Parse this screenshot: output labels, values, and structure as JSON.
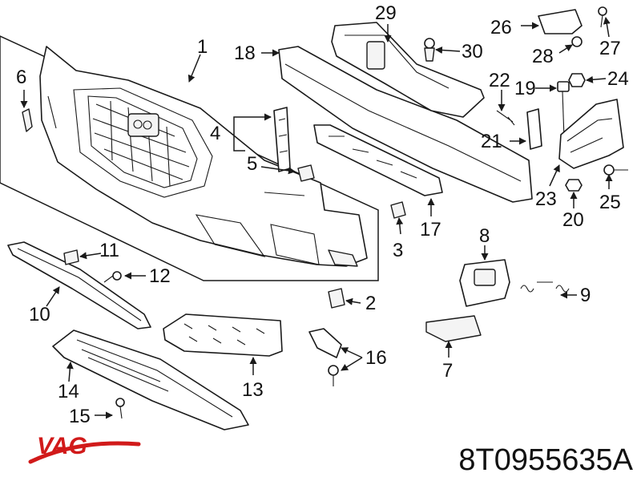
{
  "diagram": {
    "callouts": [
      "1",
      "2",
      "3",
      "4",
      "5",
      "6",
      "7",
      "8",
      "9",
      "10",
      "11",
      "12",
      "13",
      "14",
      "15",
      "16",
      "17",
      "18",
      "19",
      "20",
      "21",
      "22",
      "23",
      "24",
      "25",
      "26",
      "27",
      "28",
      "29",
      "30"
    ],
    "arrow_color": "#1a1a1a"
  },
  "brand": {
    "logo_text": "VAG",
    "color": "#d11a1a",
    "logo_icon": "vag-swoosh-logo"
  },
  "part_number": "8T0955635A"
}
